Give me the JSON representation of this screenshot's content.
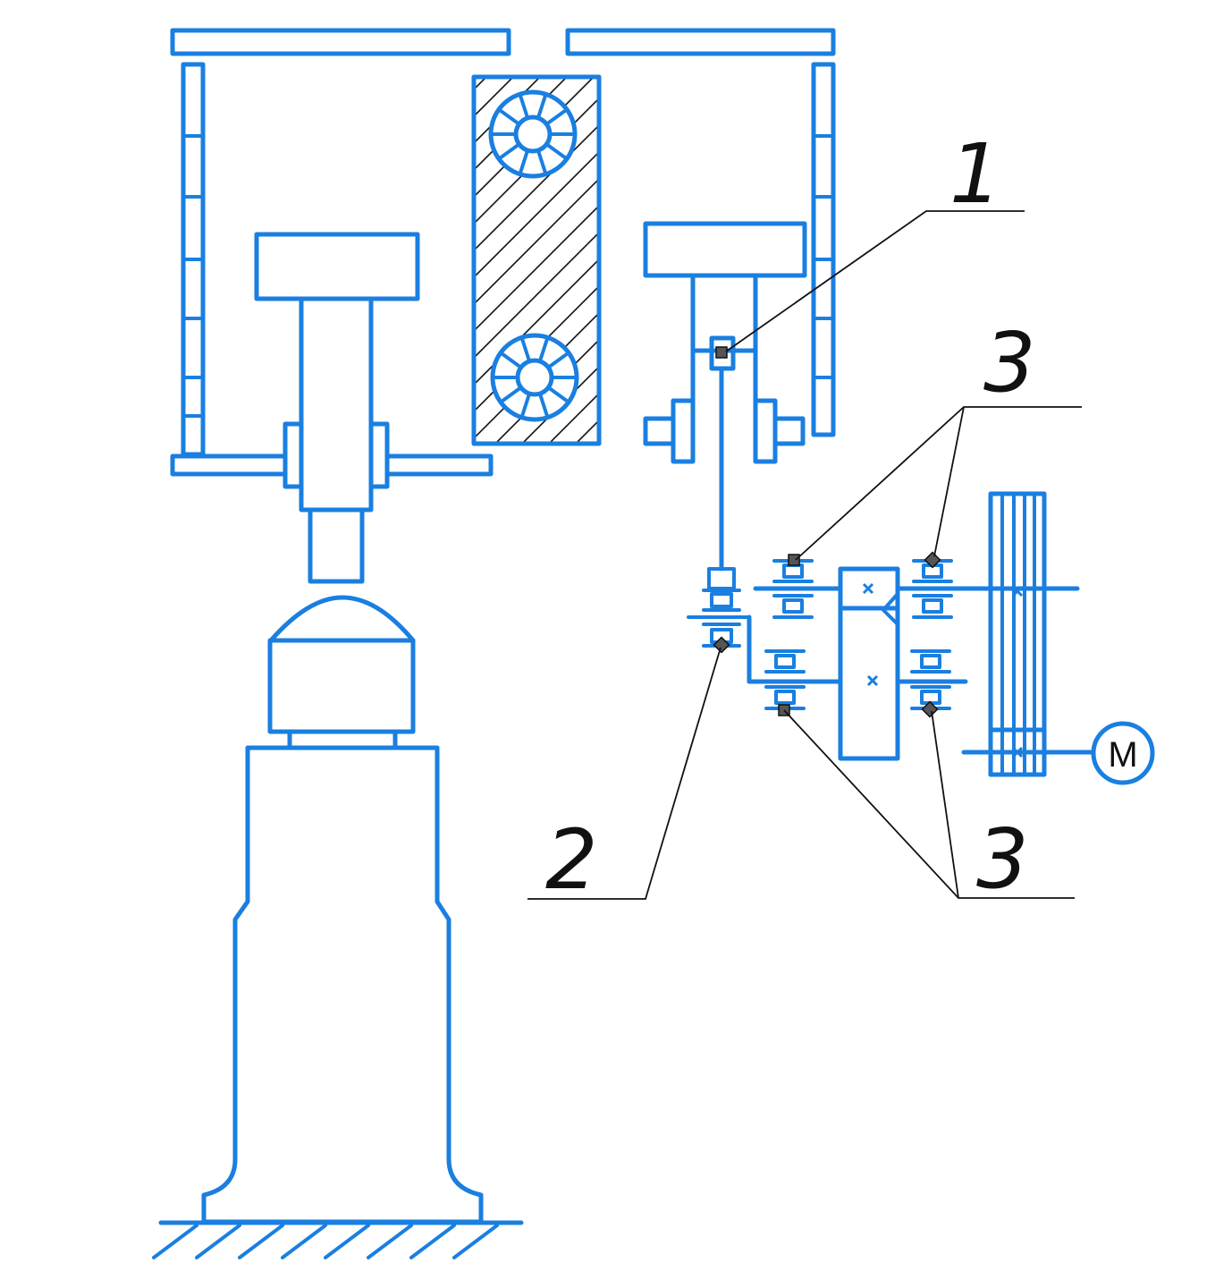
{
  "callouts": {
    "one": "1",
    "two": "2",
    "three_top": "3",
    "three_bottom": "3"
  },
  "motor": {
    "label": "M"
  },
  "colors": {
    "line": "#1a7fe0",
    "ink": "#111111"
  }
}
